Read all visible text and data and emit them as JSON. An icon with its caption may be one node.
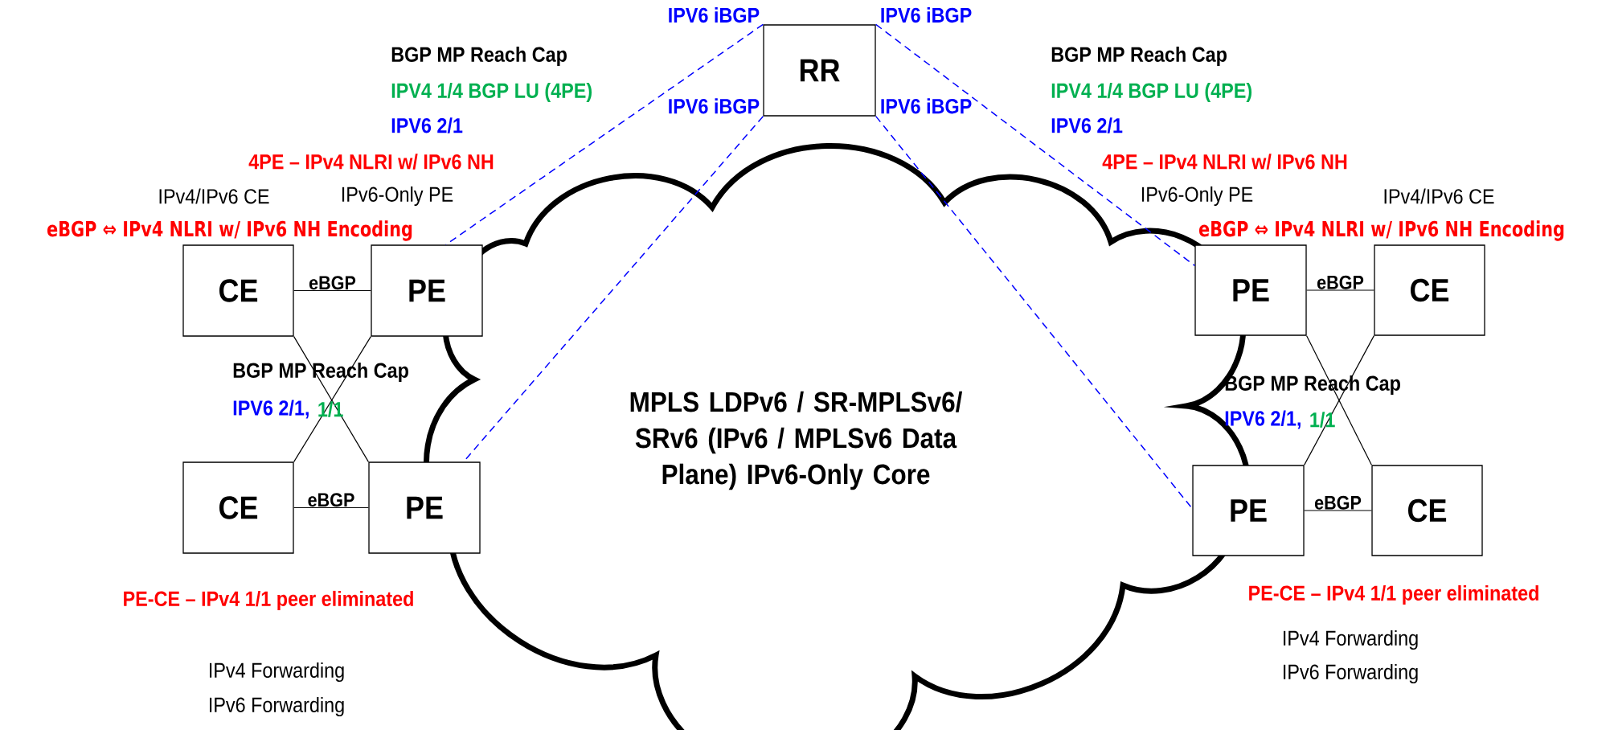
{
  "diagram": {
    "nodes": [
      {
        "text": [
          "RR"
        ]
      },
      {
        "text": [
          "CE"
        ],
        "beside": [
          "IPv4/IPv6 CE"
        ]
      },
      {
        "text": [
          "PE"
        ],
        "beside": [
          "IPv6-Only PE"
        ]
      },
      {
        "text": [
          "MPLS LDPv6 / SR-MPLSv6/ SRv6 (IPv6 / MPLSv6 Data Plane) IPv6-Only Core"
        ]
      },
      {
        "text": [
          "PE"
        ],
        "beside": [
          "IPv6-Only PE"
        ]
      },
      {
        "text": [
          "CE"
        ],
        "beside": [
          "IPv4/IPv6 CE"
        ]
      },
      {
        "text": [
          "CE"
        ]
      },
      {
        "text": [
          "PE"
        ]
      },
      {
        "text": [
          "PE"
        ]
      },
      {
        "text": [
          "CE"
        ]
      }
    ],
    "edges": [
      {
        "from": 1,
        "to": 2,
        "arrow": "none",
        "label": "eBGP"
      },
      {
        "from": 6,
        "to": 7,
        "arrow": "none",
        "label": "eBGP"
      },
      {
        "from": 4,
        "to": 5,
        "arrow": "none",
        "label": "eBGP"
      },
      {
        "from": 8,
        "to": 9,
        "arrow": "none",
        "label": "eBGP"
      },
      {
        "from": 1,
        "to": 7,
        "arrow": "none"
      },
      {
        "from": 2,
        "to": 6,
        "arrow": "none"
      },
      {
        "from": 4,
        "to": 9,
        "arrow": "none"
      },
      {
        "from": 5,
        "to": 8,
        "arrow": "none"
      },
      {
        "from": 0,
        "to": 2,
        "arrow": "none",
        "label": "IPV6 iBGP",
        "style": "dashed",
        "color": "#0000ff"
      },
      {
        "from": 0,
        "to": 7,
        "arrow": "none",
        "label": "IPV6 iBGP",
        "style": "dashed",
        "color": "#0000ff"
      },
      {
        "from": 0,
        "to": 4,
        "arrow": "none",
        "label": "IPV6 iBGP",
        "style": "dashed",
        "color": "#0000ff"
      },
      {
        "from": 0,
        "to": 8,
        "arrow": "none",
        "label": "IPV6 iBGP",
        "style": "dashed",
        "color": "#0000ff"
      }
    ],
    "labels": [
      "BGP MP Reach Cap",
      "IPV4 1/4 BGP LU (4PE)",
      "IPV6 2/1",
      "4PE – IPv4 NLRI w/ IPv6 NH",
      "eBGP ⇔ IPv4 NLRI w/ IPv6 NH Encoding",
      "BGP MP Reach Cap",
      "IPV4 1/4 BGP LU (4PE)",
      "IPV6 2/1",
      "4PE – IPv4 NLRI w/ IPv6 NH",
      "eBGP ⇔ IPv4 NLRI w/ IPv6 NH Encoding",
      "BGP MP Reach Cap",
      "IPV6 2/1,",
      "1/1",
      "BGP MP Reach Cap",
      "IPV6 2/1,",
      "1/1",
      "PE-CE – IPv4 1/1 peer eliminated",
      "IPv4 Forwarding",
      "IPv6 Forwarding",
      "PE-CE – IPv4 1/1 peer eliminated",
      "IPv4 Forwarding",
      "IPv6 Forwarding"
    ]
  }
}
